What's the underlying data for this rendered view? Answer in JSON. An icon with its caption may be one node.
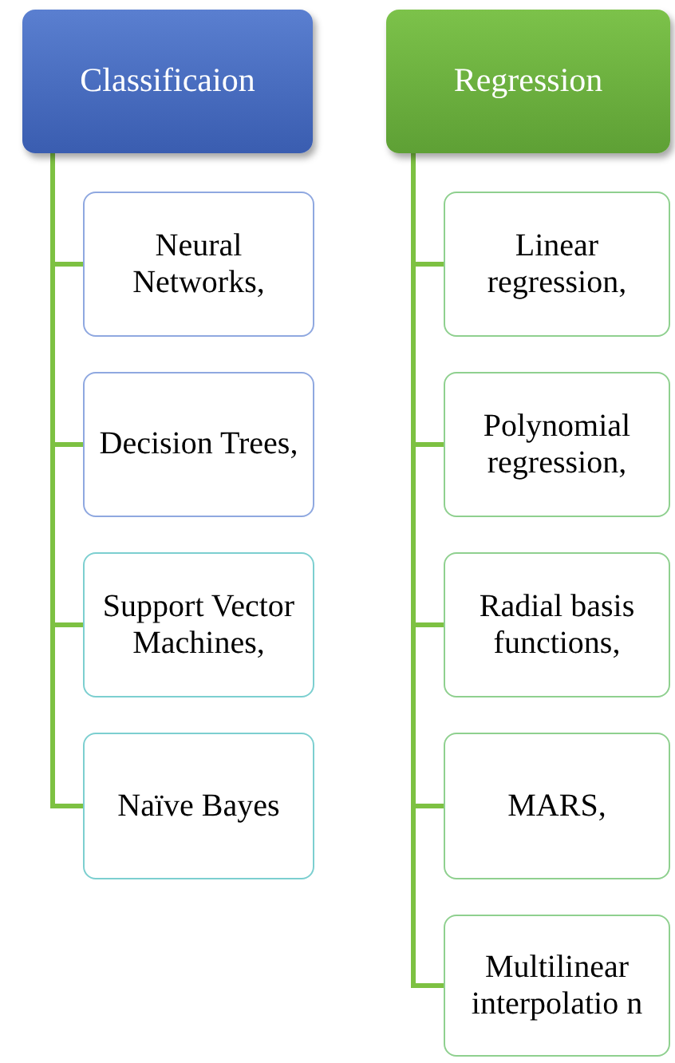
{
  "diagram": {
    "nodes": [
      {
        "text": [
          "Classificaion"
        ]
      },
      {
        "text": [
          "Neural Networks,"
        ]
      },
      {
        "text": [
          "Decision Trees,"
        ]
      },
      {
        "text": [
          "Support Vector Machines,"
        ]
      },
      {
        "text": [
          "Naïve Bayes"
        ]
      },
      {
        "text": [
          "Regression"
        ]
      },
      {
        "text": [
          "Linear regression,"
        ]
      },
      {
        "text": [
          "Polynomial regression,"
        ]
      },
      {
        "text": [
          "Radial basis functions,"
        ]
      },
      {
        "text": [
          "MARS,"
        ]
      },
      {
        "text": [
          "Multilinear interpolatio n"
        ]
      }
    ],
    "edges": [
      {
        "from": 0,
        "to": 1,
        "arrow": "none"
      },
      {
        "from": 0,
        "to": 2,
        "arrow": "none"
      },
      {
        "from": 0,
        "to": 3,
        "arrow": "none"
      },
      {
        "from": 0,
        "to": 4,
        "arrow": "none"
      },
      {
        "from": 5,
        "to": 6,
        "arrow": "none"
      },
      {
        "from": 5,
        "to": 7,
        "arrow": "none"
      },
      {
        "from": 5,
        "to": 8,
        "arrow": "none"
      },
      {
        "from": 5,
        "to": 9,
        "arrow": "none"
      },
      {
        "from": 5,
        "to": 10,
        "arrow": "none"
      }
    ]
  }
}
